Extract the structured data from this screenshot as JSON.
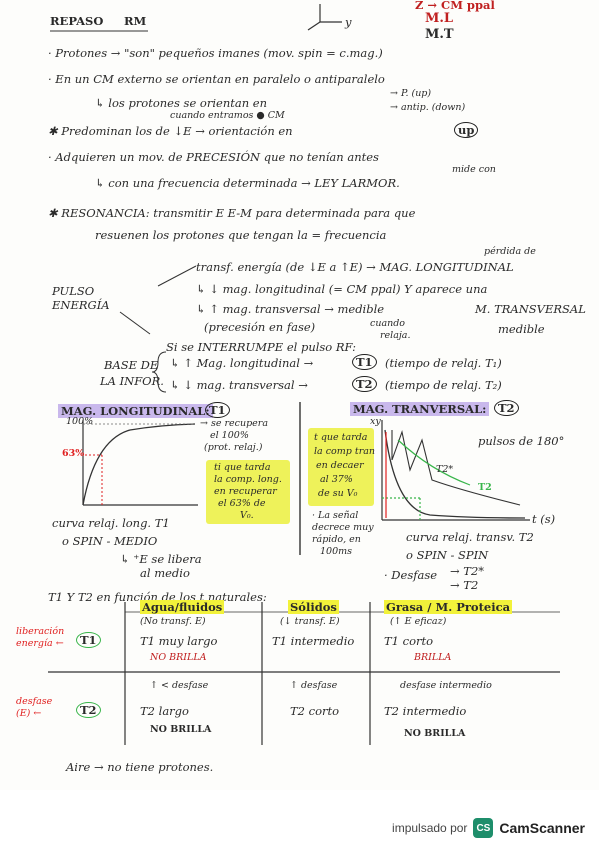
{
  "header": {
    "title": "REPASO",
    "subject": "RM",
    "axis_y": "y",
    "top_right_1": "Z → CM ppal",
    "top_right_2": "M.L",
    "top_right_3": "M.T"
  },
  "lines": {
    "l1": "· Protones → \"son\" pequeños imanes (mov. spin = c.mag.)",
    "l2": "· En un CM externo se orientan en paralelo o antiparalelo",
    "l3a": "↳ los protones se orientan en",
    "l3b": "cuando entramos ● CM",
    "l3c": "→ P. (up)",
    "l3d": "→ antip. (down)",
    "l4a": "✱ Predominan los de ↓E → orientación en",
    "l4b": "up",
    "l5": "· Adquieren un mov. de PRECESIÓN que no tenían antes",
    "l5b": "mide con",
    "l6": "↳ con una frecuencia determinada → LEY LARMOR.",
    "l7": "✱ RESONANCIA: transmitir E E-M para determinada para que",
    "l8": "resuenen los protones que tengan la = frecuencia",
    "l9a": "pérdida de",
    "l9": "transf. energía (de ↓E a ↑E) → MAG. LONGITUDINAL",
    "pulso1": "PULSO",
    "pulso2": "ENERGÍA",
    "l10": "↳ ↓ mag. longitudinal (= CM ppal) Y aparece una",
    "l11": "↳ ↑ mag. transversal → medible",
    "l11b": "M. TRANSVERSAL",
    "l12": "(precesión en fase)",
    "l12b": "cuando",
    "l12c": "relaja.",
    "l12d": "medible",
    "l13": "Si se INTERRUMPE el pulso RF:",
    "base1": "BASE DE",
    "base2": "LA INFOR.",
    "l14a": "↳ ↑ Mag. longitudinal →",
    "l14b": "(tiempo de relaj. T₁)",
    "l15a": "↳ ↓ mag. transversal →",
    "l15b": "(tiempo de relaj. T₂)",
    "T1": "T1",
    "T2": "T2"
  },
  "left_graph": {
    "title": "MAG. LONGITUDINAL:",
    "circle": "T1",
    "y100": "100%",
    "y63": "63%",
    "note1": "→ se recupera",
    "note2": "el 100%",
    "note3": "(prot. relaj.)",
    "box1": "ti que tarda",
    "box2": "la comp. long.",
    "box3": "en recuperar",
    "box4": "el 63% de",
    "box5": "V₀.",
    "cap1": "curva relaj. long. T1",
    "cap2": "o SPIN - MEDIO",
    "cap3": "↳ ⁺E se libera",
    "cap4": "al medio"
  },
  "right_graph": {
    "title": "MAG. TRANVERSAL:",
    "circle": "T2",
    "axis": "xy",
    "box1": "t que tarda",
    "box2": "la comp tran",
    "box3": "en decaer",
    "box4": "al 37%",
    "box5": "de su V₀",
    "pulse": "pulsos de 180°",
    "t2a": "T2*",
    "t2b": "T2",
    "taxis": "t (s)",
    "note1": "· La señal",
    "note2": "decrece muy",
    "note3": "rápido, en",
    "note4": "100ms",
    "cap1": "curva relaj. transv. T2",
    "cap2": "o SPIN - SPIN",
    "cap3": "· Desfase",
    "cap4": "→ T2*",
    "cap5": "→ T2"
  },
  "table": {
    "intro": "T1 Y T2 en función de los t naturales:",
    "headers": [
      "Agua/fluidos",
      "Sólidos",
      "Grasa / M. Proteica"
    ],
    "subheaders": [
      "(No transf. E)",
      "(↓ transf. E)",
      "(↑ E eficaz)"
    ],
    "row1_label1": "liberación",
    "row1_label2": "energía ←",
    "row1_circle": "T1",
    "row1": [
      "T1 muy largo",
      "T1 intermedio",
      "T1 corto"
    ],
    "row1_extra": [
      "NO BRILLA",
      "",
      "BRILLA"
    ],
    "mid": [
      "↑ < desfase",
      "↑ desfase",
      "desfase intermedio"
    ],
    "row2_label1": "desfase",
    "row2_label2": "(E) ←",
    "row2_circle": "T2",
    "row2": [
      "T2 largo",
      "T2 corto",
      "T2 intermedio"
    ],
    "row2_extra": [
      "NO BRILLA",
      "",
      "NO BRILLA"
    ],
    "bottom": "Aire → no tiene protones."
  },
  "footer": {
    "pre": "impulsado por",
    "logo": "CS",
    "brand": "CamScanner"
  },
  "colors": {
    "highlight_yellow": "#f2f23a",
    "highlight_purple": "#c9b8ec",
    "green": "#38b54a",
    "red": "#e02020"
  }
}
